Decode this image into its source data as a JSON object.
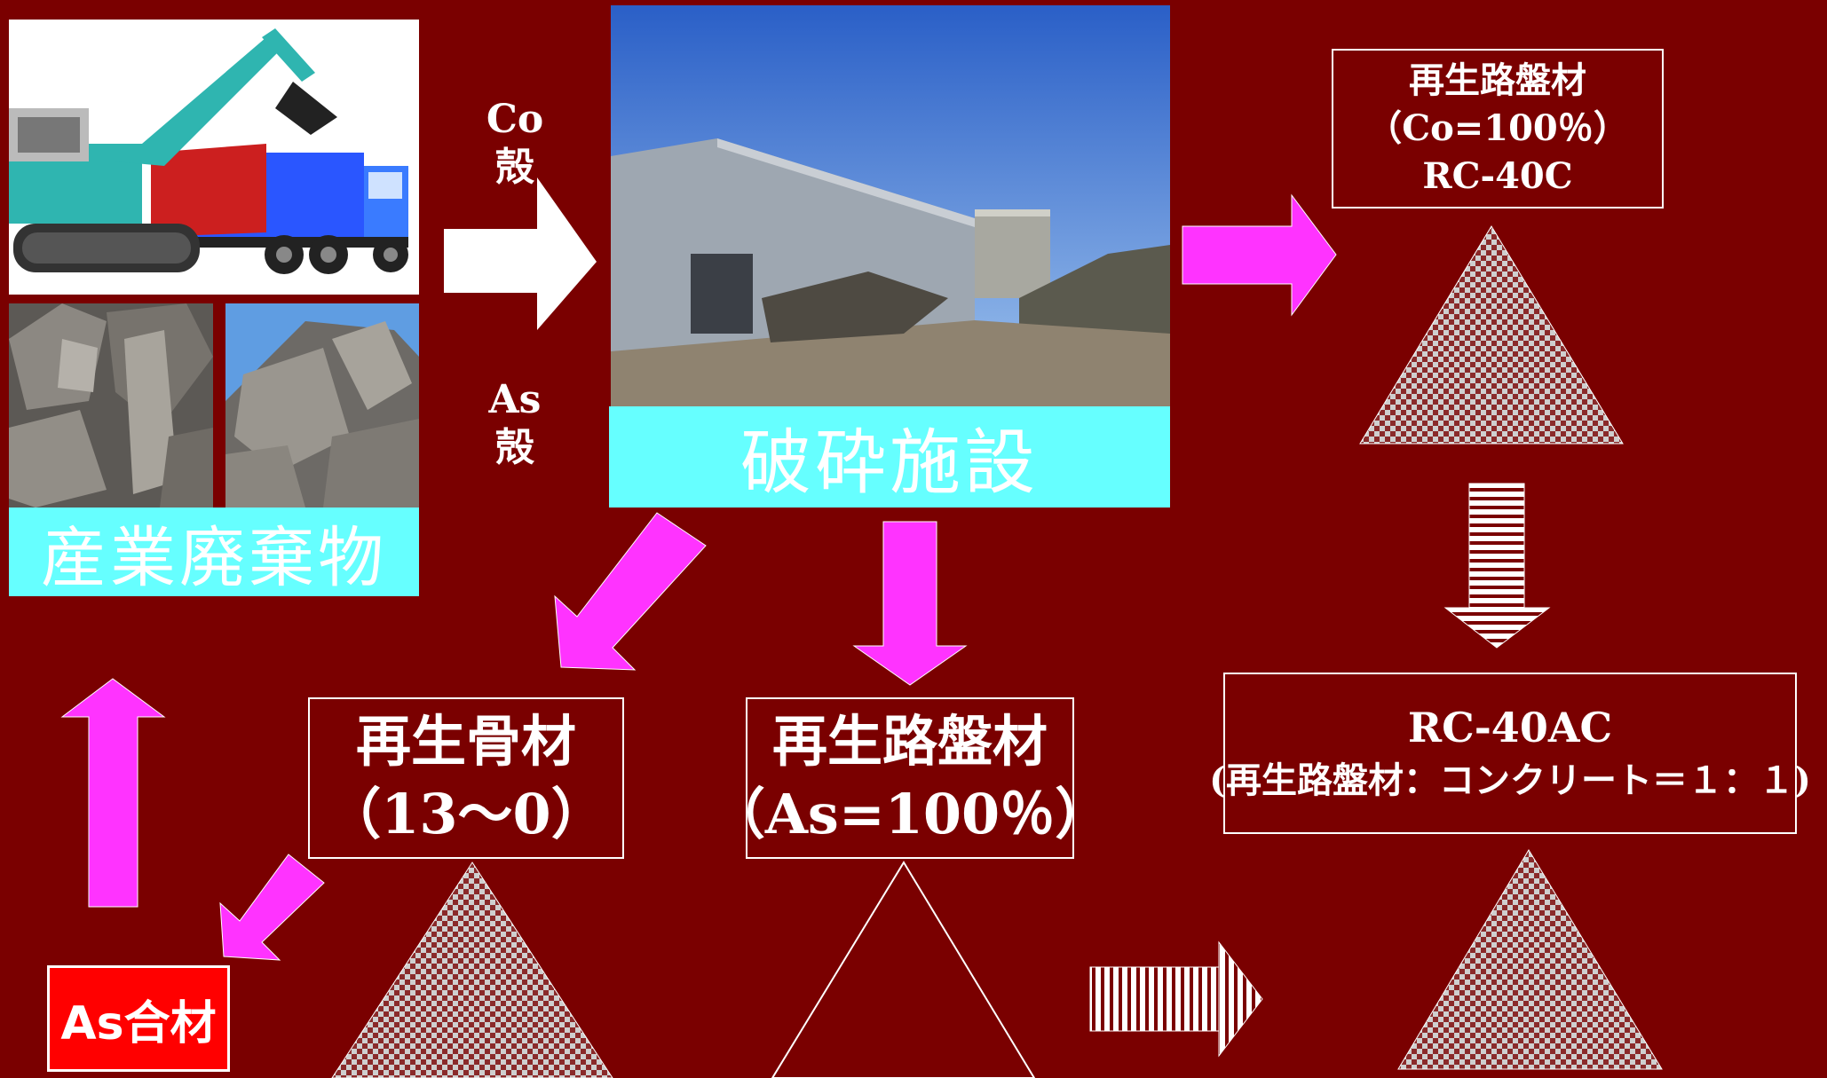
{
  "waste": {
    "caption": "産業廃棄物"
  },
  "feed": {
    "co_line1": "Co",
    "co_line2": "殻",
    "as_line1": "As",
    "as_line2": "殻"
  },
  "facility": {
    "caption": "破砕施設"
  },
  "product_co": {
    "line1": "再生路盤材",
    "line2": "（Co=100％）",
    "line3": "RC-40C"
  },
  "product_mix": {
    "line1": "RC-40AC",
    "line2": "(再生路盤材：コンクリート＝１：１)"
  },
  "aggregate": {
    "line1": "再生骨材",
    "line2": "（13～0）"
  },
  "product_as": {
    "line1": "再生路盤材",
    "line2": "（As=100％）"
  },
  "asphalt_mix": {
    "label": "As合材"
  },
  "colors": {
    "background": "#7a0000",
    "accent_arrow": "#ff33ff",
    "caption_bg": "#66ffff",
    "asphalt_mix_bg": "#ff0000"
  }
}
